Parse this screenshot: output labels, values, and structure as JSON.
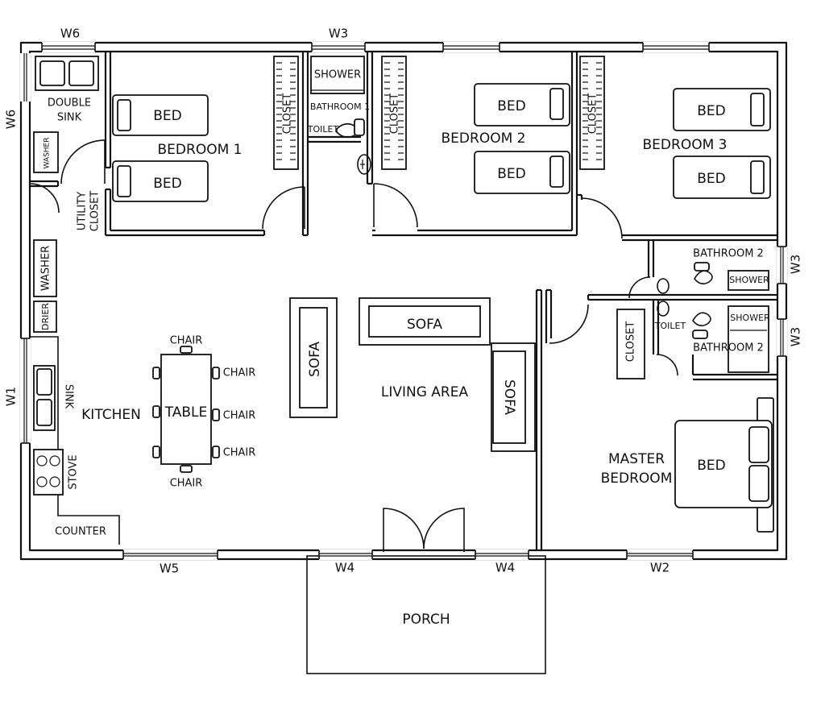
{
  "rooms": {
    "bedroom1": "BEDROOM 1",
    "bedroom2": "BEDROOM 2",
    "bedroom3": "BEDROOM 3",
    "master_line1": "MASTER",
    "master_line2": "BEDROOM",
    "living": "LIVING AREA",
    "kitchen": "KITCHEN",
    "porch": "PORCH",
    "bathroom1": "BATHROOM 1",
    "bathroom2": "BATHROOM 2",
    "utility_line1": "UTILITY",
    "utility_line2": "CLOSET"
  },
  "fixtures": {
    "bed": "BED",
    "closet": "CLOSET",
    "shower": "SHOWER",
    "toilet": "TOILET",
    "sofa": "SOFA",
    "table": "TABLE",
    "chair": "CHAIR",
    "double_sink_line1": "DOUBLE",
    "double_sink_line2": "SINK",
    "washer_upper": "WASHER",
    "washer": "WASHER",
    "drier": "DRIER",
    "sink": "SINK",
    "stove": "STOVE",
    "counter": "COUNTER"
  },
  "windows": {
    "w1": "W1",
    "w2": "W2",
    "w3": "W3",
    "w4": "W4",
    "w5": "W5",
    "w6": "W6"
  }
}
